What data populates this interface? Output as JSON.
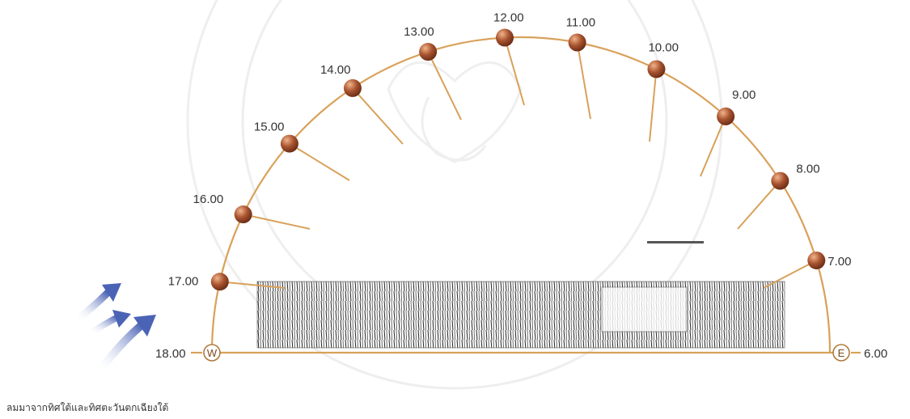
{
  "diagram": {
    "sun_positions": [
      {
        "time": "7.00"
      },
      {
        "time": "8.00"
      },
      {
        "time": "9.00"
      },
      {
        "time": "10.00"
      },
      {
        "time": "11.00"
      },
      {
        "time": "12.00"
      },
      {
        "time": "13.00"
      },
      {
        "time": "14.00"
      },
      {
        "time": "15.00"
      },
      {
        "time": "16.00"
      },
      {
        "time": "17.00"
      }
    ],
    "horizon": {
      "west_label": "18.00",
      "west_marker": "W",
      "east_label": "6.00",
      "east_marker": "E"
    },
    "caption": "ลมมาจากทิศใต้และทิศตะวันตกเฉียงใต้",
    "colors": {
      "arc": "#d9a15a",
      "sun_ball": "#a8532f",
      "sun_highlight": "#e8a070",
      "ray": "#d9a15a",
      "wind_arrow": "#4a63b5",
      "building_hatch": "#222222",
      "watermark": "#d8d8d8"
    },
    "icons": [
      "wind-arrow-icon",
      "sun-icon",
      "compass-marker-icon",
      "seal-watermark-icon"
    ]
  }
}
